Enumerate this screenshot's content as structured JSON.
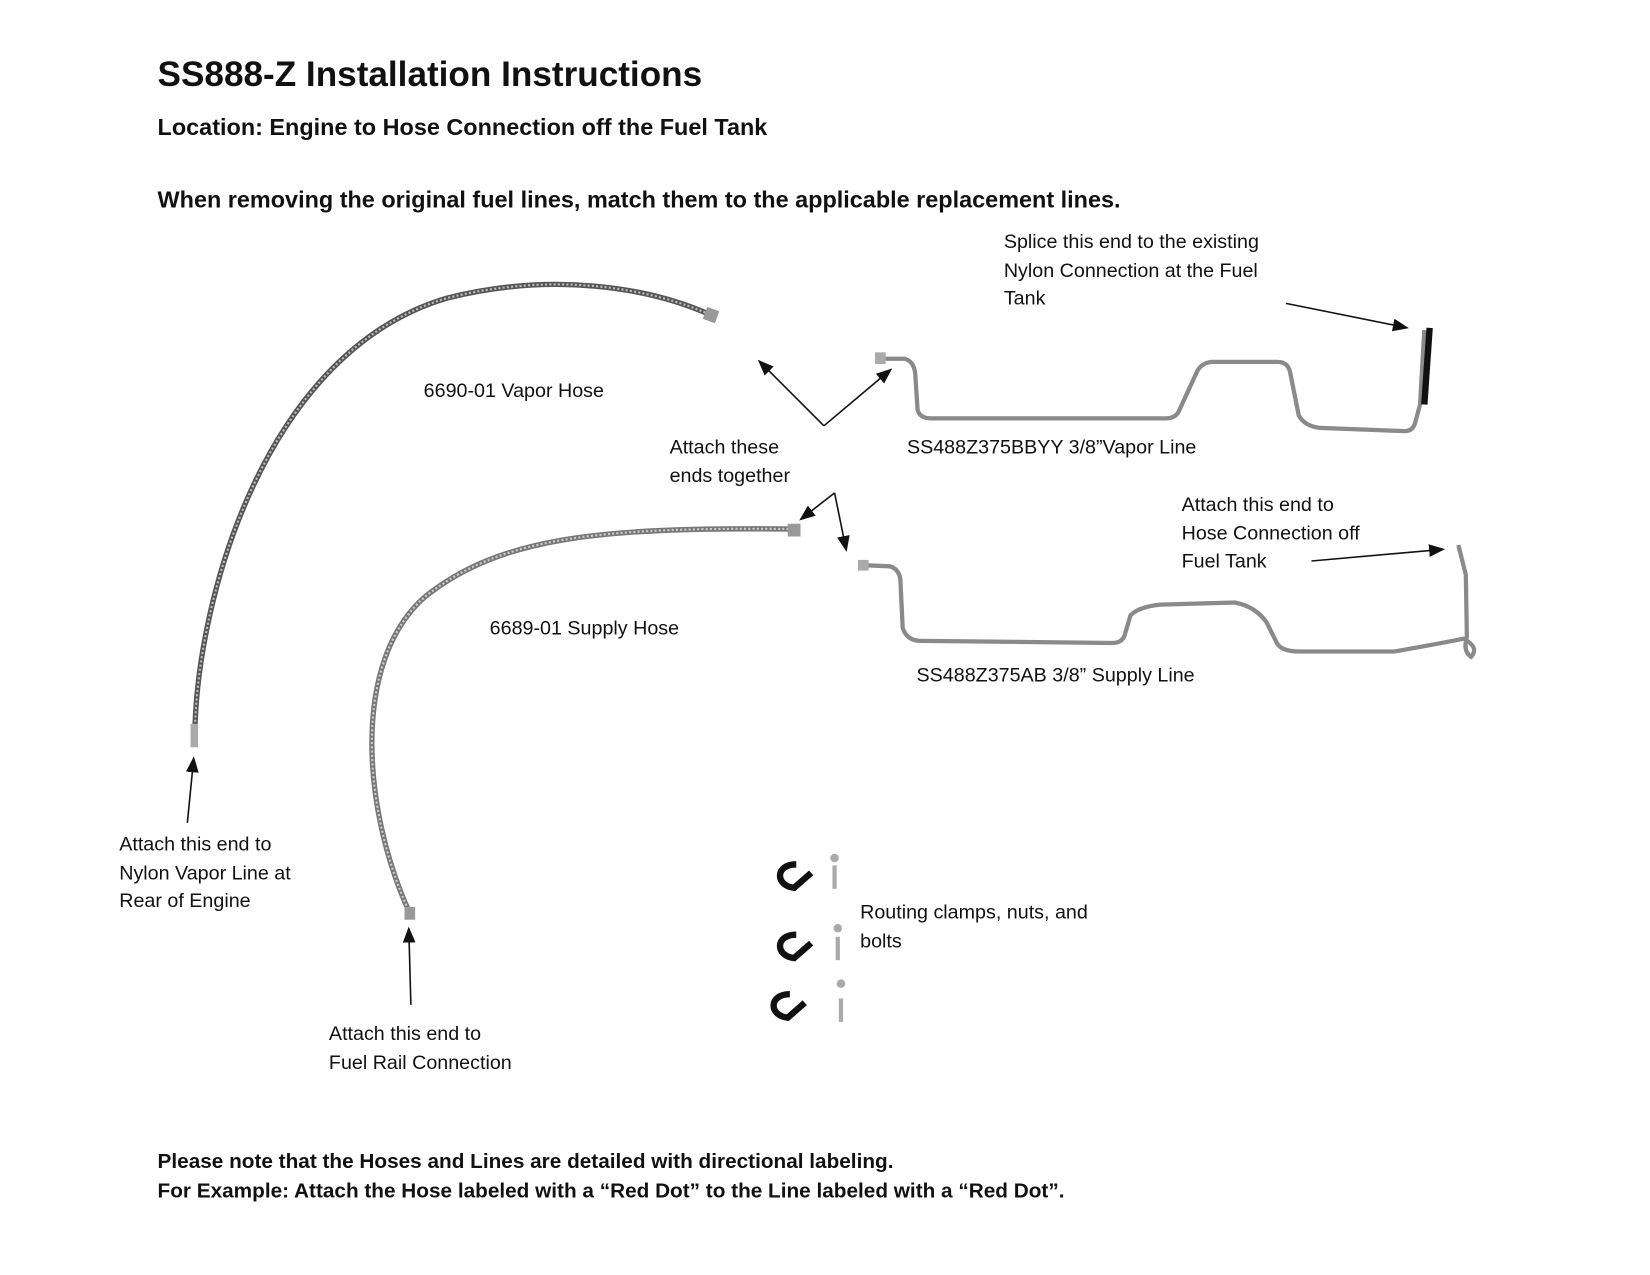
{
  "title": "SS888-Z Installation Instructions",
  "location": "Location: Engine to Hose Connection off the Fuel Tank",
  "instruction": "When removing the original fuel lines, match them to the applicable replacement lines.",
  "labels": {
    "splice": "Splice this end to the existing\nNylon Connection at the Fuel\nTank",
    "vapor_hose": "6690-01 Vapor Hose",
    "attach_together": "Attach these\nends together",
    "vapor_line": "SS488Z375BBYY 3/8”Vapor Line",
    "hose_connection": "Attach this end to\nHose Connection off\nFuel Tank",
    "supply_hose": "6689-01 Supply Hose",
    "supply_line": "SS488Z375AB 3/8” Supply Line",
    "nylon_vapor": "Attach this end to\nNylon Vapor Line at\nRear of Engine",
    "hardware": "Routing clamps, nuts, and\nbolts",
    "fuel_rail": "Attach this end to\nFuel Rail Connection"
  },
  "notes": [
    "Please note that the Hoses and Lines are detailed with directional labeling.",
    "For Example: Attach the Hose labeled with a “Red Dot” to the Line labeled with a “Red Dot”."
  ]
}
